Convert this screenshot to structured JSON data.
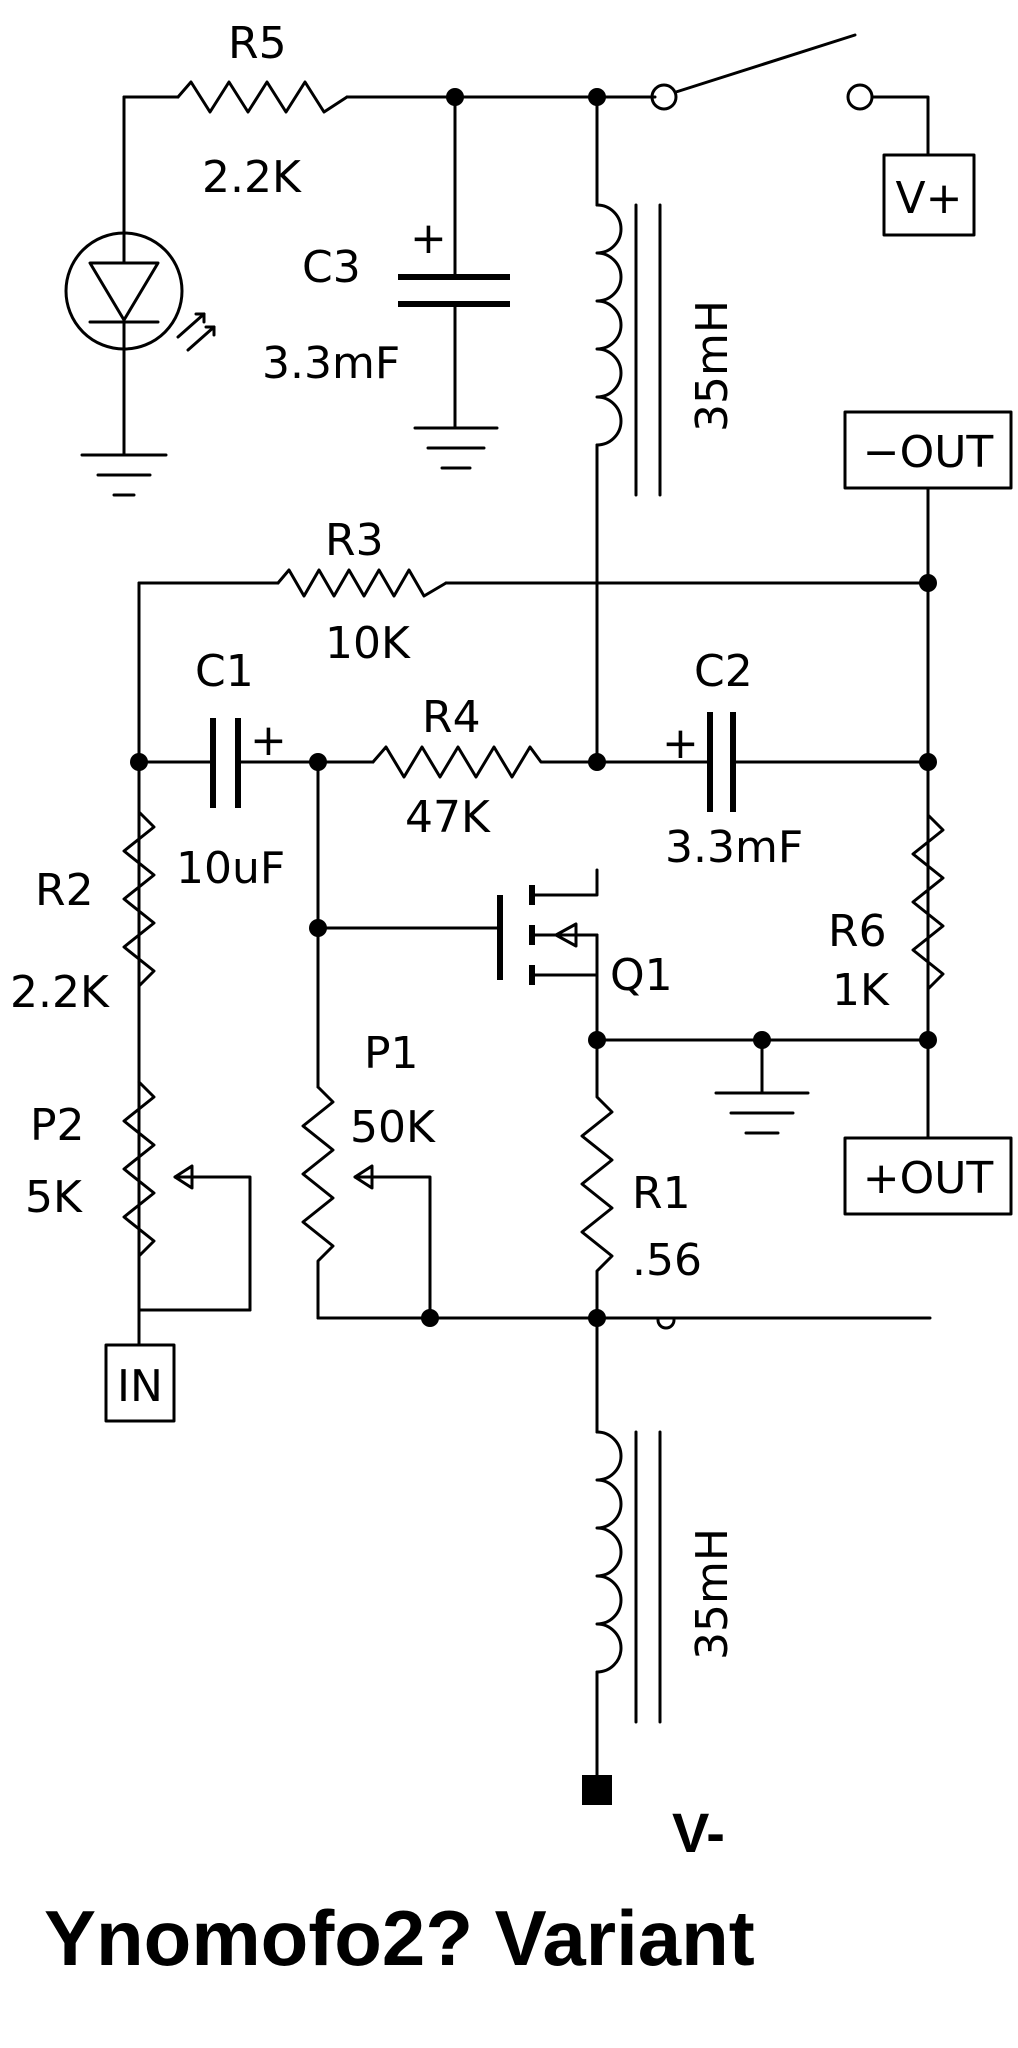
{
  "title": "Ynomofo2? Variant",
  "components": {
    "r5": {
      "name": "R5",
      "value": "2.2K"
    },
    "c3": {
      "name": "C3",
      "value": "3.3mF",
      "plus": "+"
    },
    "l1": {
      "value": "35mH"
    },
    "r3": {
      "name": "R3",
      "value": "10K"
    },
    "c1": {
      "name": "C1",
      "value": "10uF",
      "plus": "+"
    },
    "r4": {
      "name": "R4",
      "value": "47K"
    },
    "c2": {
      "name": "C2",
      "value": "3.3mF",
      "plus": "+"
    },
    "r2": {
      "name": "R2",
      "value": "2.2K"
    },
    "q1": {
      "name": "Q1"
    },
    "r6": {
      "name": "R6",
      "value": "1K"
    },
    "p2": {
      "name": "P2",
      "value": "5K"
    },
    "p1": {
      "name": "P1",
      "value": "50K"
    },
    "r1": {
      "name": "R1",
      "value": ".56"
    },
    "l2": {
      "value": "35mH"
    }
  },
  "ports": {
    "vplus": "V+",
    "out_neg": "−OUT",
    "out_pos": "+OUT",
    "in": "IN",
    "vminus": "V-"
  }
}
